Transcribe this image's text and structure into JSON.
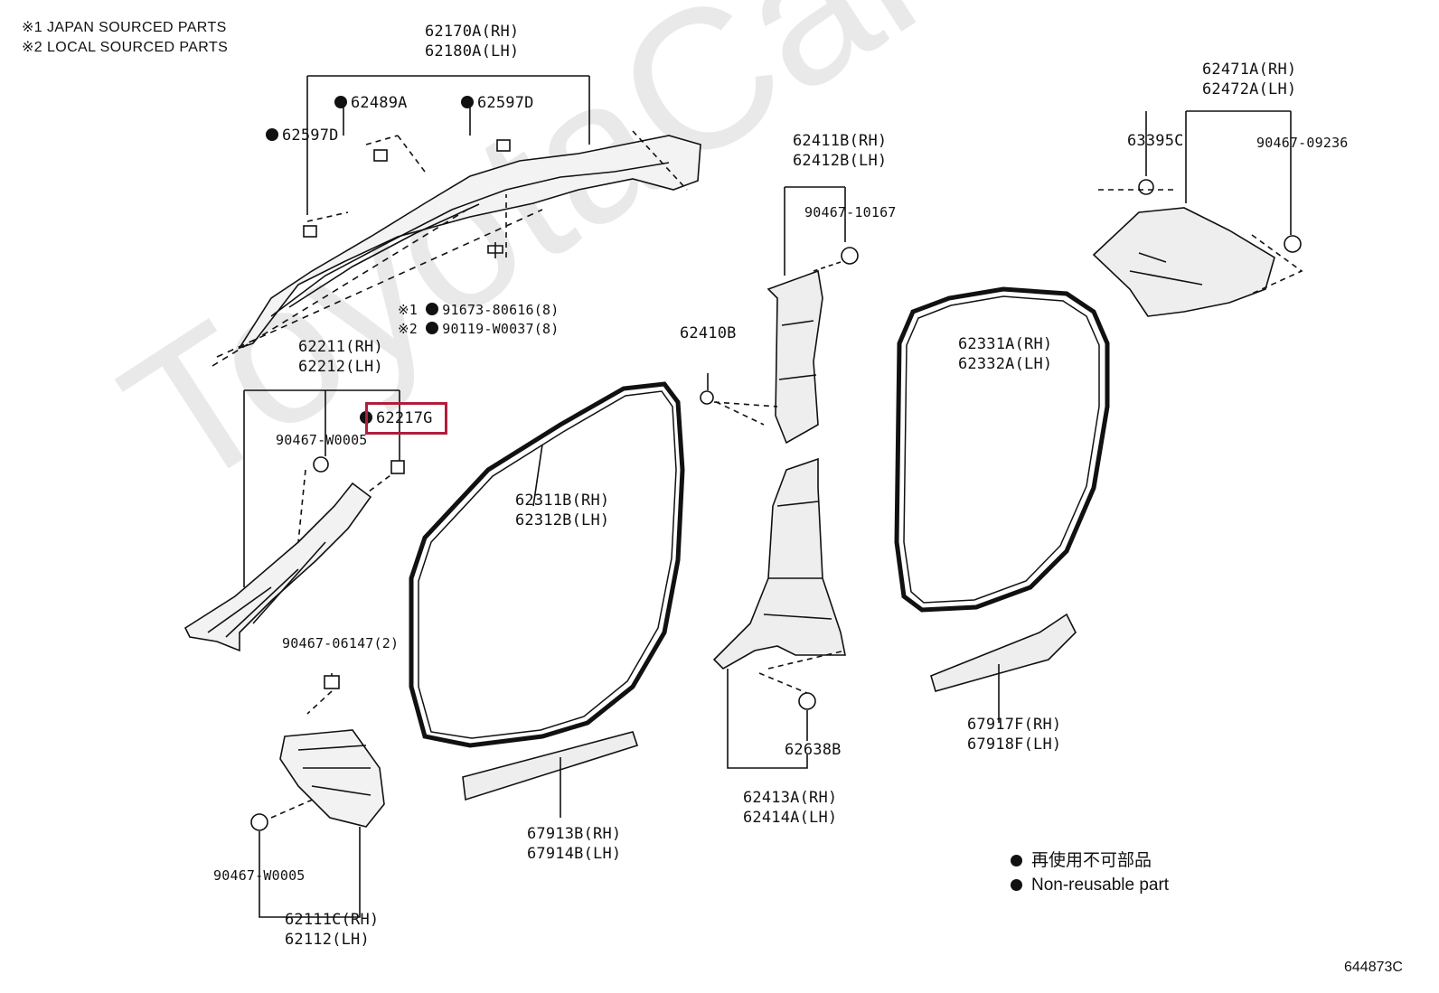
{
  "notes": [
    "※1 JAPAN SOURCED PARTS",
    "※2 LOCAL SOURCED PARTS"
  ],
  "watermark": "ToyotaCarMine",
  "labels": {
    "p62170A": "62170A(RH)",
    "p62180A": "62180A(LH)",
    "p62489A": "62489A",
    "p62597D_a": "62597D",
    "p62597D_b": "62597D",
    "p91673": "91673-80616(8)",
    "p90119": "90119-W0037(8)",
    "mark1": "※1",
    "mark2": "※2",
    "p62211": "62211(RH)",
    "p62212": "62212(LH)",
    "p62217G": "62217G",
    "p90467W0005_a": "90467-W0005",
    "p90467_06147": "90467-06147(2)",
    "p90467W0005_b": "90467-W0005",
    "p62111C": "62111C(RH)",
    "p62112": "62112(LH)",
    "p62311B": "62311B(RH)",
    "p62312B": "62312B(LH)",
    "p67913B": "67913B(RH)",
    "p67914B": "67914B(LH)",
    "p62411B": "62411B(RH)",
    "p62412B": "62412B(LH)",
    "p90467_10167": "90467-10167",
    "p62410B": "62410B",
    "p62638B": "62638B",
    "p62413A": "62413A(RH)",
    "p62414A": "62414A(LH)",
    "p62471A": "62471A(RH)",
    "p62472A": "62472A(LH)",
    "p63395C": "63395C",
    "p90467_09236": "90467-09236",
    "p62331A": "62331A(RH)",
    "p62332A": "62332A(LH)",
    "p67917F": "67917F(RH)",
    "p67918F": "67918F(LH)"
  },
  "legend": {
    "jp": "再使用不可部品",
    "en": "Non-reusable part"
  },
  "diagram_code": "644873C",
  "highlight_color": "#b01e3c"
}
